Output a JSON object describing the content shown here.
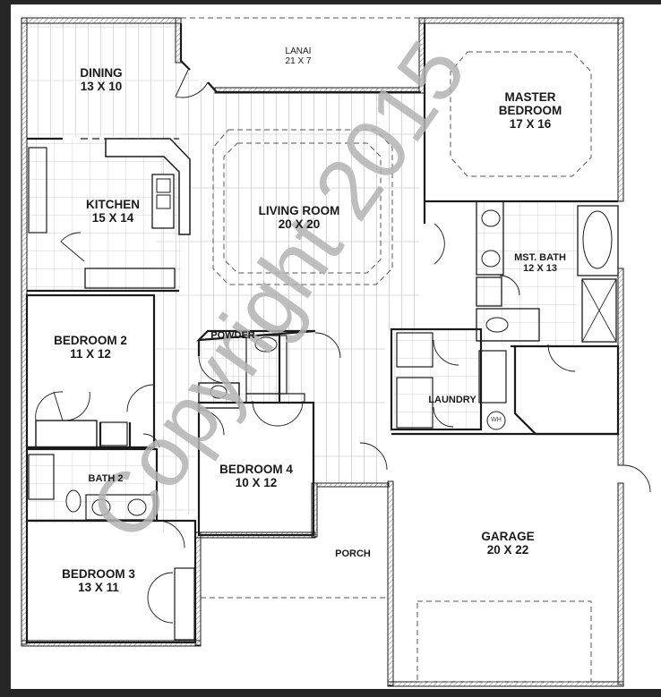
{
  "drawing": {
    "type": "floor_plan",
    "watermark": "Copyright 2015",
    "colors": {
      "frame": "#262626",
      "paper": "#ffffff",
      "wall": "#1a1a1a",
      "flooring_lines": "#9a9a9a",
      "watermark": "#b3b3b3"
    }
  },
  "rooms": {
    "dining": {
      "name": "DINING",
      "size": "13 X 10"
    },
    "lanai": {
      "name": "LANAI",
      "size": "21 X 7"
    },
    "master_bedroom": {
      "name_line1": "MASTER",
      "name_line2": "BEDROOM",
      "size": "17 X 16"
    },
    "kitchen": {
      "name": "KITCHEN",
      "size": "15 X 14"
    },
    "living_room": {
      "name": "LIVING ROOM",
      "size": "20 X 20"
    },
    "mst_bath": {
      "name": "MST. BATH",
      "size": "12 X 13"
    },
    "bedroom_2": {
      "name": "BEDROOM 2",
      "size": "11 X 12"
    },
    "powder": {
      "name": "POWDER"
    },
    "laundry": {
      "name": "LAUNDRY"
    },
    "water_heater": {
      "name": "WH"
    },
    "bath_2": {
      "name": "BATH 2"
    },
    "bedroom_4": {
      "name": "BEDROOM 4",
      "size": "10 X 12"
    },
    "porch": {
      "name": "PORCH"
    },
    "garage": {
      "name": "GARAGE",
      "size": "20 X 22"
    },
    "bedroom_3": {
      "name": "BEDROOM 3",
      "size": "13 X 11"
    }
  }
}
